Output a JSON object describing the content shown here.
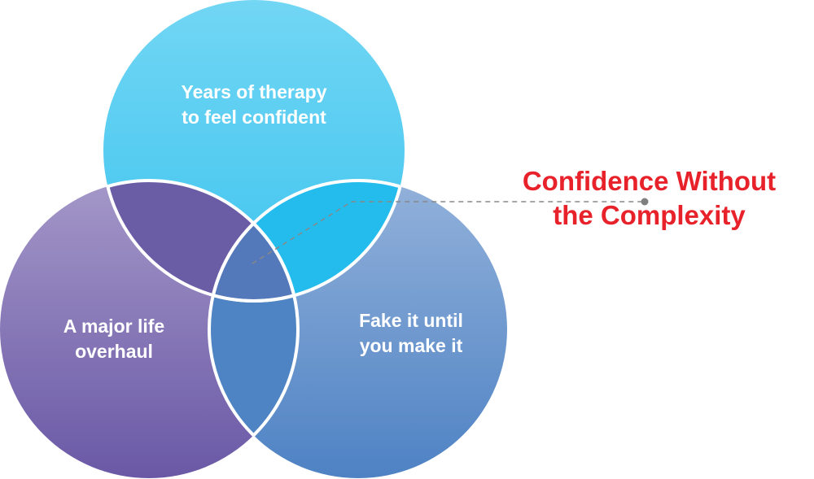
{
  "diagram": {
    "type": "venn",
    "circles": [
      {
        "id": "top",
        "label_line1": "Years of therapy",
        "label_line2": "to feel confident",
        "color_top": "#72d6f4",
        "color_bottom": "#3ec4ef"
      },
      {
        "id": "left",
        "label_line1": "A major life",
        "label_line2": "overhaul",
        "color_top": "#a497c8",
        "color_bottom": "#6a58a6"
      },
      {
        "id": "right",
        "label_line1": "Fake it until",
        "label_line2": "you make it",
        "color_top": "#92b1da",
        "color_bottom": "#4e82c4"
      }
    ],
    "overlaps": {
      "top_left": "#6b5ca6",
      "top_right": "#24bced",
      "left_right": "#4f84c4",
      "center": "#5479bb"
    },
    "callout": {
      "line1": "Confidence Without",
      "line2": "the Complexity",
      "color": "#e8222b",
      "leader_color": "#888888"
    }
  }
}
